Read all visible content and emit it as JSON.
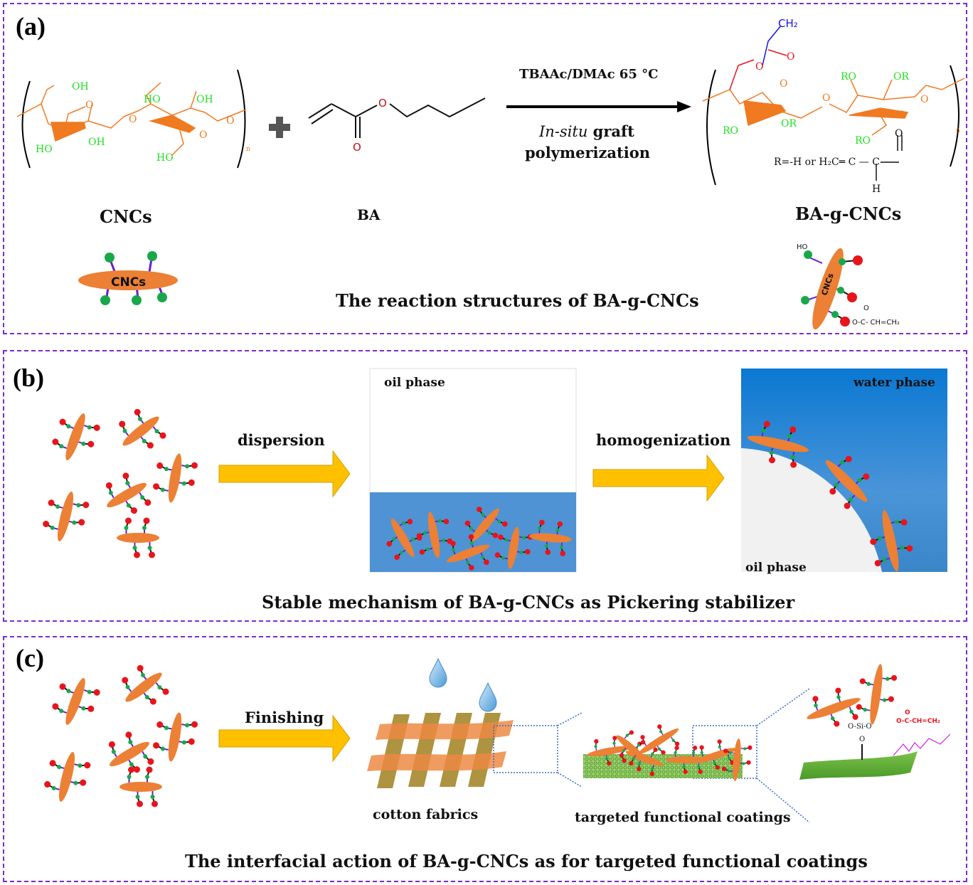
{
  "panels": {
    "a": {
      "label": "(a)",
      "cncs_label": "CNCs",
      "ba_label": "BA",
      "product_label": "BA-g-CNCs",
      "conditions": "TBAAc/DMAc  65 °C",
      "reaction_italic": "In-situ",
      "reaction_rest": " graft",
      "reaction_line2": "polymerization",
      "r_definition": "R=-H  or H₂C═ C — C",
      "r_h": "H",
      "r_o": "O",
      "caption": "The reaction structures of BA-g-CNCs",
      "cnc_glyph_label": "CNCs",
      "ho_label": "HO",
      "ester_label": "O-C- CH=CH₂",
      "ester_o": "O",
      "chem_labels": {
        "oh1": "OH",
        "o_ring1": "O",
        "ho1": "HO",
        "oh2": "OH",
        "o_bridge": "O",
        "ho2": "HO",
        "oh3": "OH",
        "o_ring2": "O",
        "o_end": "O",
        "ho3": "HO",
        "n": "n",
        "ba_o1": "O",
        "ba_o2": "O",
        "ch2": "CH₂",
        "p_o_carbonyl": "O",
        "p_o_ester": "O",
        "p_o_ring1": "O",
        "p_ro1": "RO",
        "p_or1": "OR",
        "p_o_bridge": "O",
        "p_ro2": "RO",
        "p_or2": "OR",
        "p_o_ring2": "O",
        "p_o_end": "O",
        "p_ro3": "RO",
        "p_n": "n"
      }
    },
    "b": {
      "label": "(b)",
      "arrow1": "dispersion",
      "arrow2": "homogenization",
      "oil_phase_top": "oil phase",
      "water_phase": "water phase",
      "oil_phase_bottom": "oil phase",
      "caption": "Stable mechanism of BA-g-CNCs as Pickering stabilizer"
    },
    "c": {
      "label": "(c)",
      "arrow": "Finishing",
      "fabric_label": "cotton fabrics",
      "coating_label": "targeted functional  coatings",
      "si_label": "O-Si-O",
      "si_o": "O",
      "ester_label": "O-C-CH=CH₂",
      "ester_o": "O",
      "caption": "The interfacial action of BA-g-CNCs as for targeted functional  coatings"
    }
  },
  "colors": {
    "border": "#7a2bd6",
    "rod": "#ec8034",
    "green_node": "#18a84a",
    "red_node": "#e8141c",
    "linker": "#6a1bd6",
    "arrow_yellow": "#ffc000",
    "water_blue": "#3f8fd6",
    "oh_green": "#22e022",
    "ring_orange": "#f07a20"
  }
}
